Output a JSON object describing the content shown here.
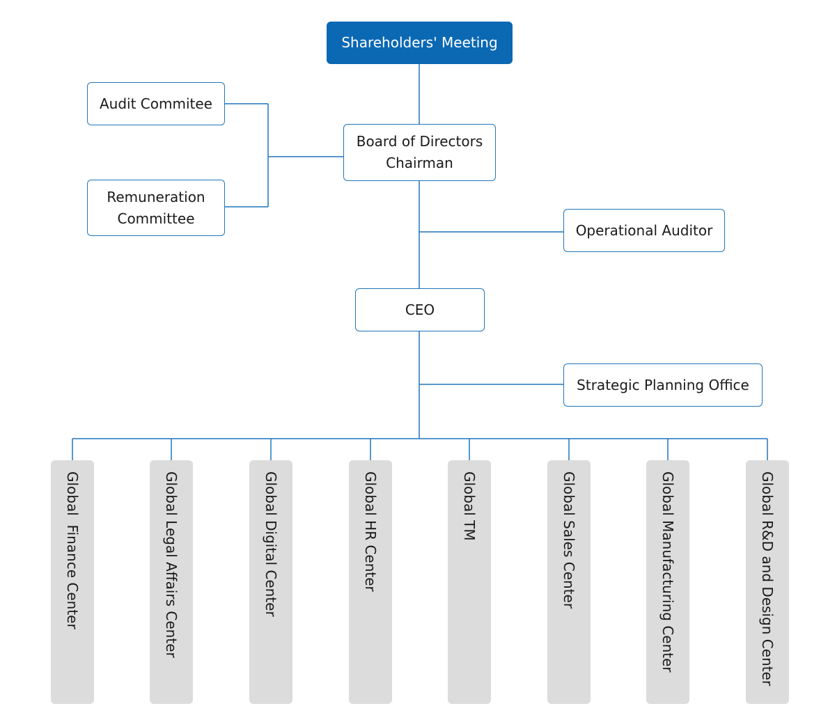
{
  "org_chart": {
    "top": "Shareholders' Meeting",
    "board": "Board of Directors\nChairman",
    "committees": [
      "Audit Commitee",
      "Remuneration\nCommittee"
    ],
    "operational_auditor": "Operational Auditor",
    "ceo": "CEO",
    "strategic_office": "Strategic Planning Office",
    "departments": [
      "Global  Finance Center",
      "Global Legal Affairs Center",
      "Global Digital Center",
      "Global HR Center",
      "Global TM",
      "Global Sales Center",
      "Global Manufacturing Center",
      "Global R&D and Design Center"
    ]
  },
  "colors": {
    "accent": "#0b68b3",
    "line": "#1f75bb",
    "dept_fill": "#dcdcdc"
  }
}
